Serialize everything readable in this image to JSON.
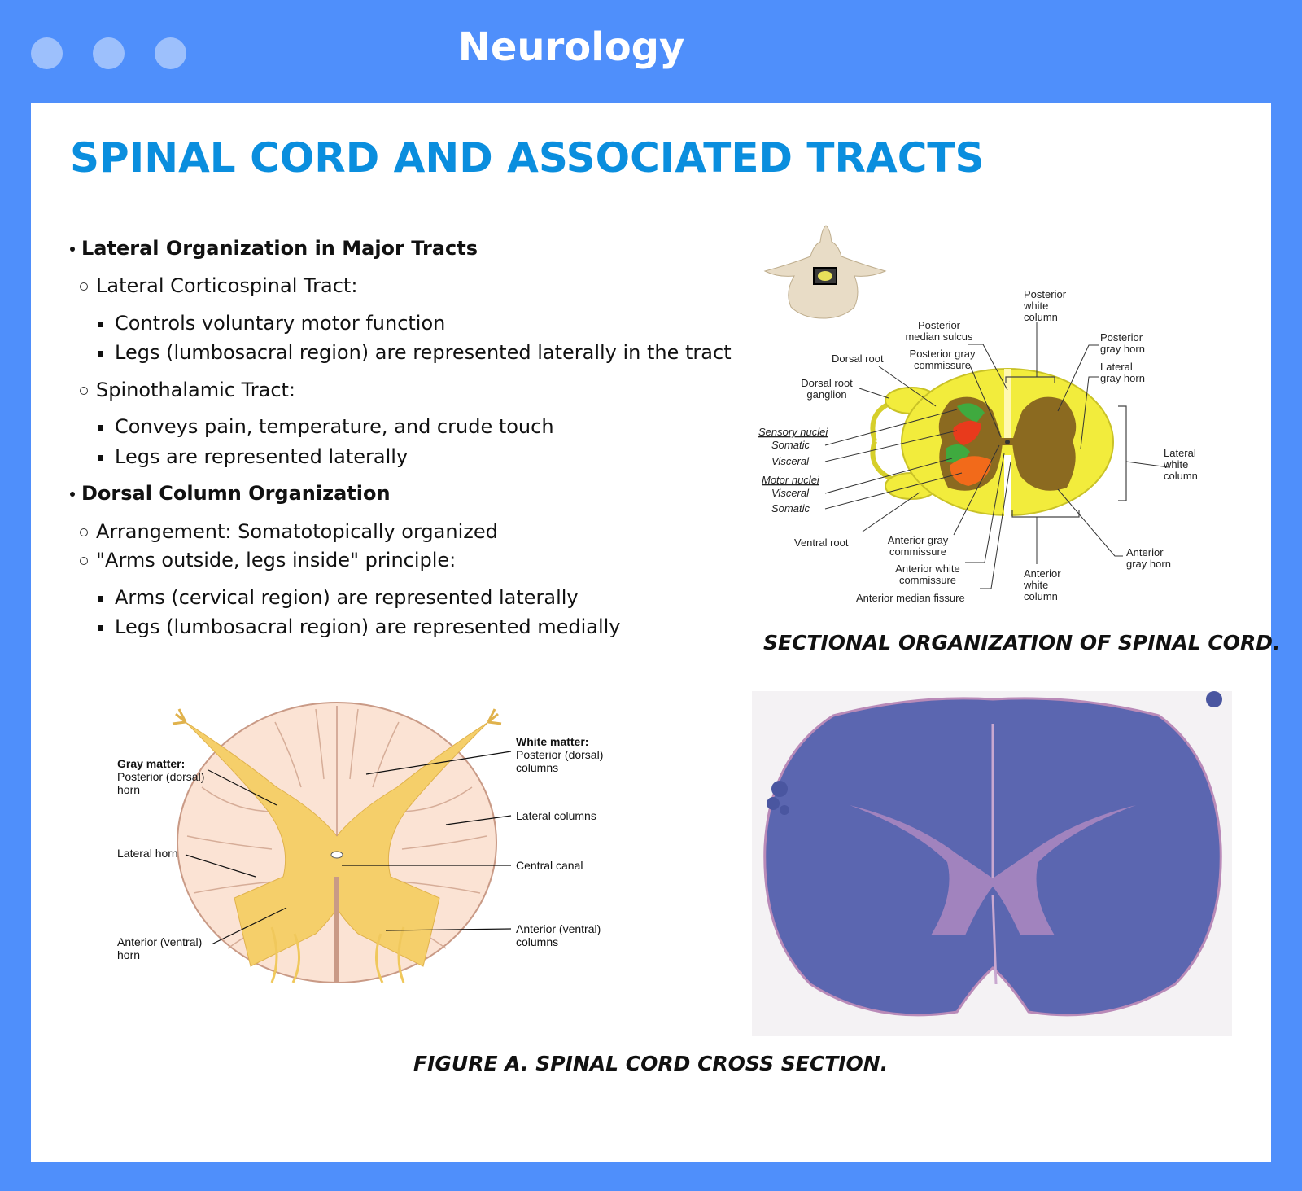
{
  "window": {
    "title": "Neurology"
  },
  "page": {
    "title": "SPINAL CORD AND ASSOCIATED TRACTS"
  },
  "sections": [
    {
      "heading": "Lateral Organization in Major Tracts",
      "subsections": [
        {
          "label": "Lateral Corticospinal Tract:",
          "items": [
            "Controls voluntary motor function",
            "Legs (lumbosacral region) are represented laterally in the tract"
          ]
        },
        {
          "label": "Spinothalamic Tract:",
          "items": [
            "Conveys pain, temperature, and crude touch",
            "Legs are represented laterally"
          ]
        }
      ]
    },
    {
      "heading": "Dorsal Column Organization",
      "subsections": [
        {
          "label": "Arrangement: Somatotopically organized",
          "items": []
        },
        {
          "label": "\"Arms outside, legs inside\" principle:",
          "items": [
            "Arms (cervical region) are represented laterally",
            "Legs (lumbosacral region) are represented medially"
          ]
        }
      ]
    }
  ],
  "figure_top": {
    "caption": "SECTIONAL ORGANIZATION OF SPINAL CORD.",
    "labels": {
      "posterior_white_column": [
        "Posterior",
        "white",
        "column"
      ],
      "posterior_median_sulcus": [
        "Posterior",
        "median sulcus"
      ],
      "posterior_gray_commissure": [
        "Posterior gray",
        "commissure"
      ],
      "dorsal_root": "Dorsal root",
      "dorsal_root_ganglion": [
        "Dorsal root",
        "ganglion"
      ],
      "posterior_gray_horn": [
        "Posterior",
        "gray horn"
      ],
      "lateral_gray_horn": [
        "Lateral",
        "gray horn"
      ],
      "sensory_nuclei": "Sensory nuclei",
      "somatic": "Somatic",
      "visceral": "Visceral",
      "motor_nuclei": "Motor nuclei",
      "lateral_white_column": [
        "Lateral",
        "white",
        "column"
      ],
      "ventral_root": "Ventral root",
      "anterior_gray_commissure": [
        "Anterior gray",
        "commissure"
      ],
      "anterior_white_commissure": [
        "Anterior white",
        "commissure"
      ],
      "anterior_median_fissure": "Anterior median fissure",
      "anterior_white_column": [
        "Anterior",
        "white",
        "column"
      ],
      "anterior_gray_horn": [
        "Anterior",
        "gray horn"
      ]
    }
  },
  "figure_bottom": {
    "caption": "FIGURE A. SPINAL CORD CROSS SECTION.",
    "labels": {
      "gray_matter": "Gray matter:",
      "posterior_horn": [
        "Posterior (dorsal)",
        "horn"
      ],
      "lateral_horn": "Lateral horn",
      "anterior_horn": [
        "Anterior (ventral)",
        "horn"
      ],
      "white_matter": "White matter:",
      "posterior_columns": [
        "Posterior (dorsal)",
        "columns"
      ],
      "lateral_columns": "Lateral columns",
      "central_canal": "Central canal",
      "anterior_columns": [
        "Anterior (ventral)",
        "columns"
      ]
    }
  },
  "colors": {
    "frame": "#4f8ffb",
    "title": "#0a8ede",
    "white_matter": "#f2ec3c",
    "gray_matter": "#8b6a20",
    "sensory_somatic": "#3faa3f",
    "sensory_visceral": "#e83a1c",
    "motor_somatic": "#f26a1a",
    "diagram_gray": "#f5cf6a",
    "histology": "#5b66b0"
  }
}
